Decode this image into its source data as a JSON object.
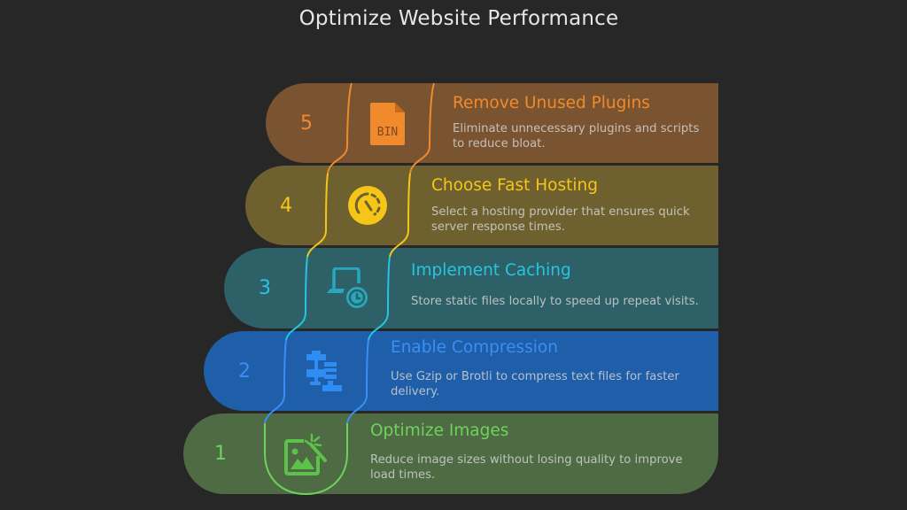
{
  "title": "Optimize Website Performance",
  "steps": [
    {
      "number": "5",
      "heading": "Remove Unused Plugins",
      "desc_line1": "Eliminate unnecessary plugins and scripts",
      "desc_line2": "to reduce bloat.",
      "icon": "bin-file-icon",
      "icon_label": "BIN",
      "bg_color": "#7a5430",
      "accent_color": "#f08a2c"
    },
    {
      "number": "4",
      "heading": "Choose Fast Hosting",
      "desc_line1": "Select a hosting provider that ensures quick",
      "desc_line2": "server response times.",
      "icon": "speedometer-icon",
      "bg_color": "#6f612f",
      "accent_color": "#f5c518"
    },
    {
      "number": "3",
      "heading": "Implement Caching",
      "desc_line1": "Store static files locally to speed up repeat visits.",
      "desc_line2": "",
      "icon": "cache-clock-icon",
      "bg_color": "#2e6068",
      "accent_color": "#26c6e0"
    },
    {
      "number": "2",
      "heading": "Enable Compression",
      "desc_line1": "Use Gzip or Brotli to compress text files for faster",
      "desc_line2": "delivery.",
      "icon": "compression-clamp-icon",
      "bg_color": "#1f5ea8",
      "accent_color": "#3a8ff5"
    },
    {
      "number": "1",
      "heading": "Optimize Images",
      "desc_line1": "Reduce image sizes without losing quality to improve",
      "desc_line2": "load times.",
      "icon": "image-magic-icon",
      "bg_color": "#4e6b44",
      "accent_color": "#6dd35a"
    }
  ]
}
